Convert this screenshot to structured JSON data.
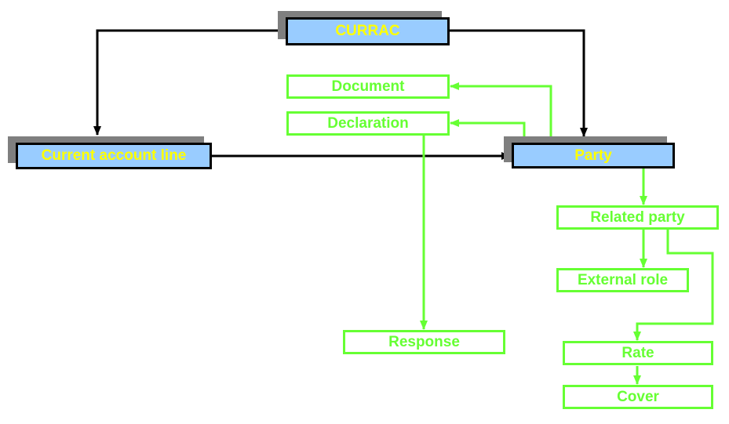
{
  "diagram": {
    "colors": {
      "entity_fill": "#99ccff",
      "entity_border": "#000000",
      "entity_text": "#ffff00",
      "entity_shadow": "#7f7f7f",
      "sub_border": "#66ff33",
      "sub_text": "#66ff33",
      "black_arrow": "#000000",
      "green_arrow": "#66ff33"
    },
    "nodes": {
      "currac": {
        "label": "CURRAC",
        "kind": "entity"
      },
      "current_account_line": {
        "label": "Current account line",
        "kind": "entity"
      },
      "party": {
        "label": "Party",
        "kind": "entity"
      },
      "document": {
        "label": "Document",
        "kind": "sub"
      },
      "declaration": {
        "label": "Declaration",
        "kind": "sub"
      },
      "related_party": {
        "label": "Related party",
        "kind": "sub"
      },
      "external_role": {
        "label": "External role",
        "kind": "sub"
      },
      "response": {
        "label": "Response",
        "kind": "sub"
      },
      "rate": {
        "label": "Rate",
        "kind": "sub"
      },
      "cover": {
        "label": "Cover",
        "kind": "sub"
      }
    },
    "edges": [
      {
        "from": "currac",
        "to": "current_account_line",
        "style": "black"
      },
      {
        "from": "currac",
        "to": "party",
        "style": "black"
      },
      {
        "from": "current_account_line",
        "to": "party",
        "style": "black"
      },
      {
        "from": "party",
        "to": "document",
        "style": "green"
      },
      {
        "from": "party",
        "to": "declaration",
        "style": "green"
      },
      {
        "from": "declaration",
        "to": "response",
        "style": "green"
      },
      {
        "from": "party",
        "to": "related_party",
        "style": "green"
      },
      {
        "from": "related_party",
        "to": "external_role",
        "style": "green"
      },
      {
        "from": "related_party",
        "to": "rate",
        "style": "green"
      },
      {
        "from": "rate",
        "to": "cover",
        "style": "green"
      }
    ]
  }
}
